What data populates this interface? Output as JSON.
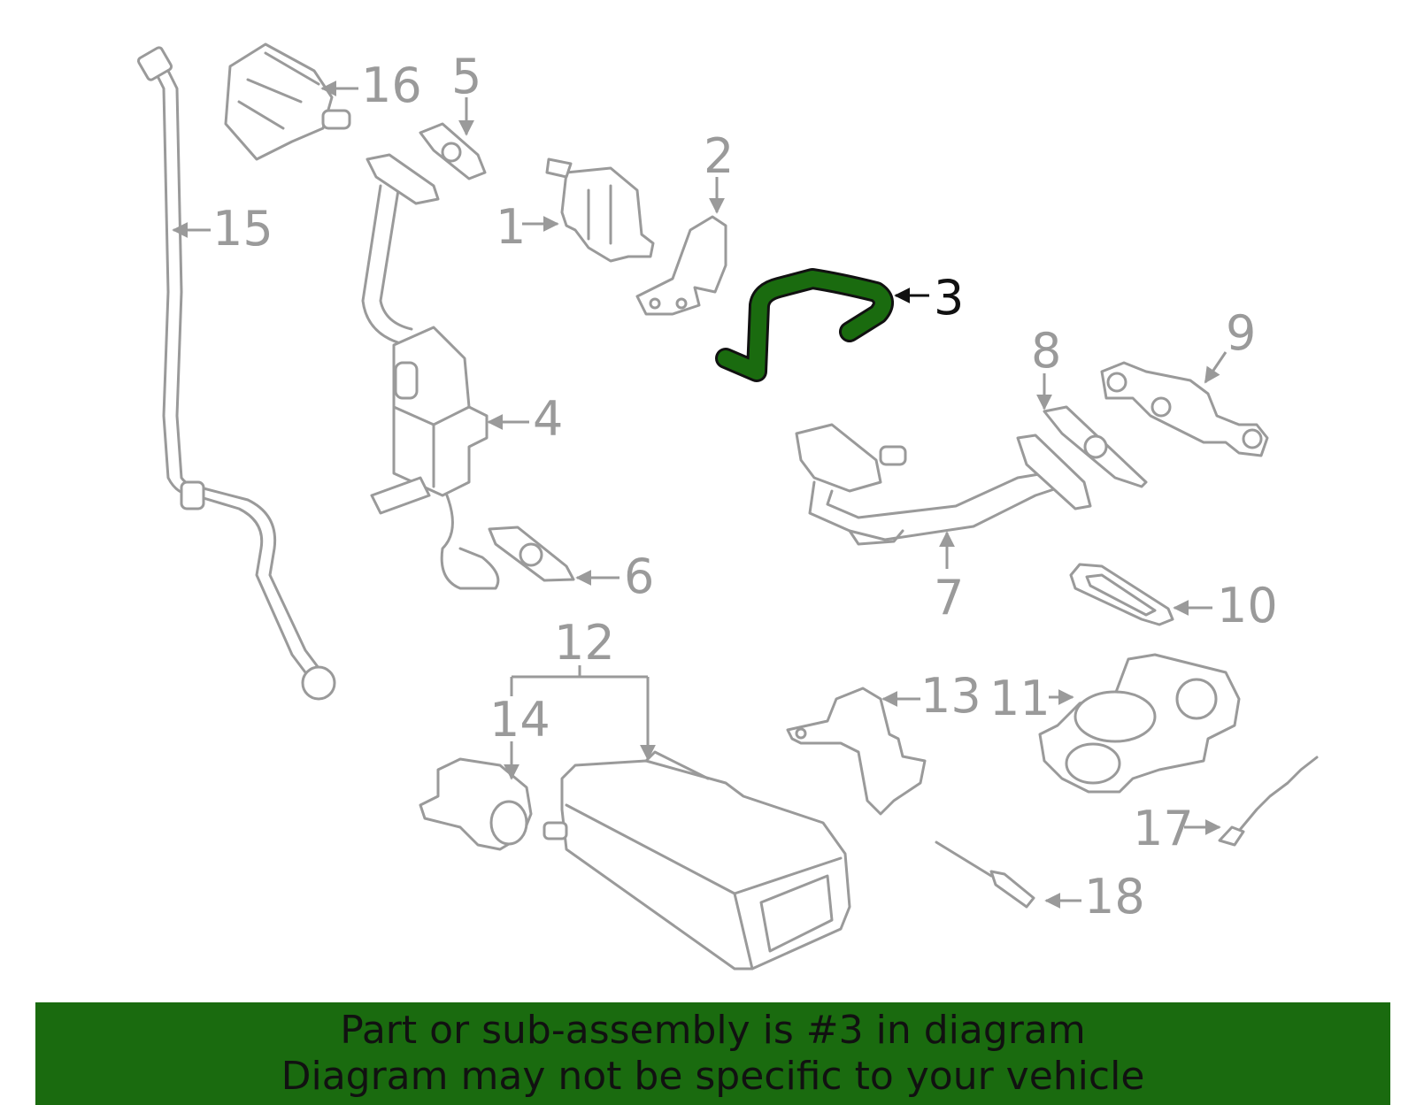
{
  "colors": {
    "highlight": "#1a6b0f",
    "part_stroke": "#9a9a9a",
    "banner_bg": "#1a6b0f",
    "banner_text": "#111111",
    "highlight_label": "#111111"
  },
  "callouts": {
    "c1": "1",
    "c2": "2",
    "c3": "3",
    "c4": "4",
    "c5": "5",
    "c6": "6",
    "c7": "7",
    "c8": "8",
    "c9": "9",
    "c10": "10",
    "c11": "11",
    "c12": "12",
    "c13": "13",
    "c14": "14",
    "c15": "15",
    "c16": "16",
    "c17": "17",
    "c18": "18"
  },
  "highlighted_part": "3",
  "banner": {
    "line1": "Part or sub-assembly is #3 in diagram",
    "line2": "Diagram may not be specific to your vehicle"
  }
}
